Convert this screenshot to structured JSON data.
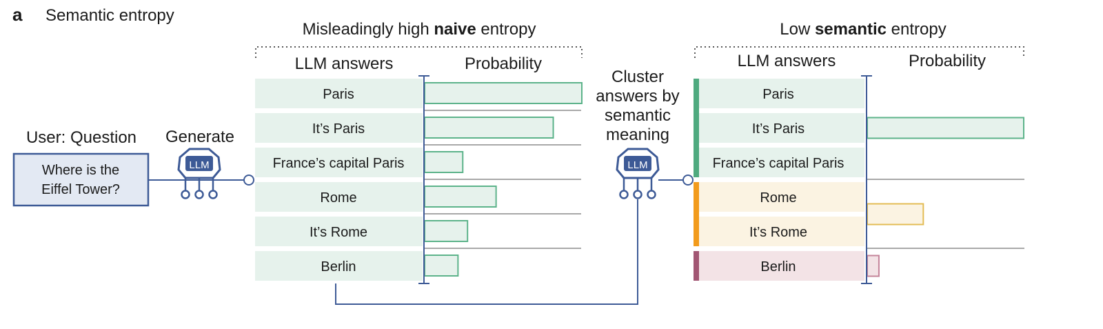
{
  "panel": {
    "letter": "a",
    "title": "Semantic entropy"
  },
  "user": {
    "label": "User: Question",
    "question_line1": "Where is the",
    "question_line2": "Eiffel Tower?"
  },
  "generate": {
    "label": "Generate",
    "icon_text": "LLM"
  },
  "cluster": {
    "line1": "Cluster",
    "line2": "answers by",
    "line3": "semantic",
    "line4": "meaning",
    "icon_text": "LLM"
  },
  "naive": {
    "heading_pre": "Misleadingly high ",
    "heading_bold": "naive",
    "heading_post": " entropy",
    "col_answers": "LLM answers",
    "col_probability": "Probability",
    "answers": [
      "Paris",
      "It’s Paris",
      "France’s capital Paris",
      "Rome",
      "It’s Rome",
      "Berlin"
    ],
    "probabilities": [
      0.33,
      0.27,
      0.08,
      0.15,
      0.09,
      0.07
    ]
  },
  "semantic": {
    "heading_pre": "Low ",
    "heading_bold": "semantic",
    "heading_post": " entropy",
    "col_answers": "LLM answers",
    "col_probability": "Probability",
    "answers": [
      "Paris",
      "It’s Paris",
      "France’s capital Paris",
      "Rome",
      "It’s Rome",
      "Berlin"
    ],
    "clusters": [
      {
        "members": [
          0,
          1,
          2
        ],
        "probability": 0.67,
        "fill": "#e6f2ec",
        "stroke": "#5cb38a",
        "bar_color": "#4faa7f"
      },
      {
        "members": [
          3,
          4
        ],
        "probability": 0.24,
        "fill": "#fbf3e2",
        "stroke": "#e3bc55",
        "bar_color": "#f29b1c"
      },
      {
        "members": [
          5
        ],
        "probability": 0.05,
        "fill": "#f3e3e6",
        "stroke": "#c4849a",
        "bar_color": "#a25673"
      }
    ]
  },
  "colors": {
    "axis": "#3d5a96",
    "user_box": "#e3e9f3",
    "naive_fill": "#e6f2ec",
    "naive_stroke": "#5cb38a",
    "divider": "#8c8c8c"
  }
}
